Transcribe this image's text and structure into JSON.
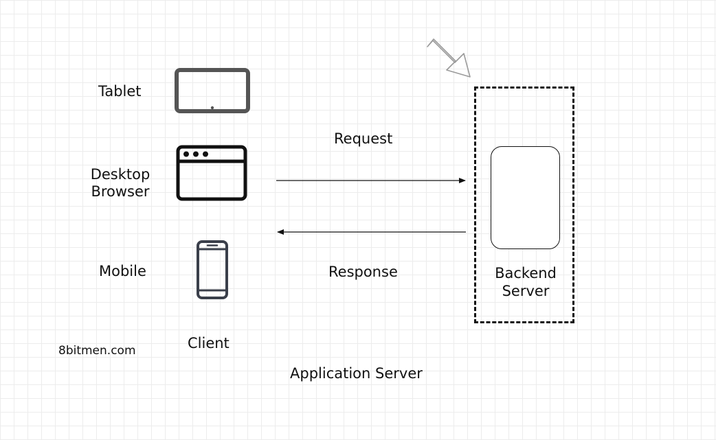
{
  "clients": {
    "tablet_label": "Tablet",
    "desktop_label_line1": "Desktop",
    "desktop_label_line2": "Browser",
    "mobile_label": "Mobile",
    "group_label": "Client"
  },
  "arrows": {
    "request_label": "Request",
    "response_label": "Response"
  },
  "server": {
    "label_line1": "Backend",
    "label_line2": "Server"
  },
  "caption": "Application Server",
  "watermark": "8bitmen.com",
  "icons": [
    "tablet-icon",
    "browser-window-icon",
    "mobile-phone-icon",
    "pointer-arrow-icon"
  ],
  "colors": {
    "ink": "#111111",
    "icon": "#333333",
    "grid": "#ececec"
  }
}
